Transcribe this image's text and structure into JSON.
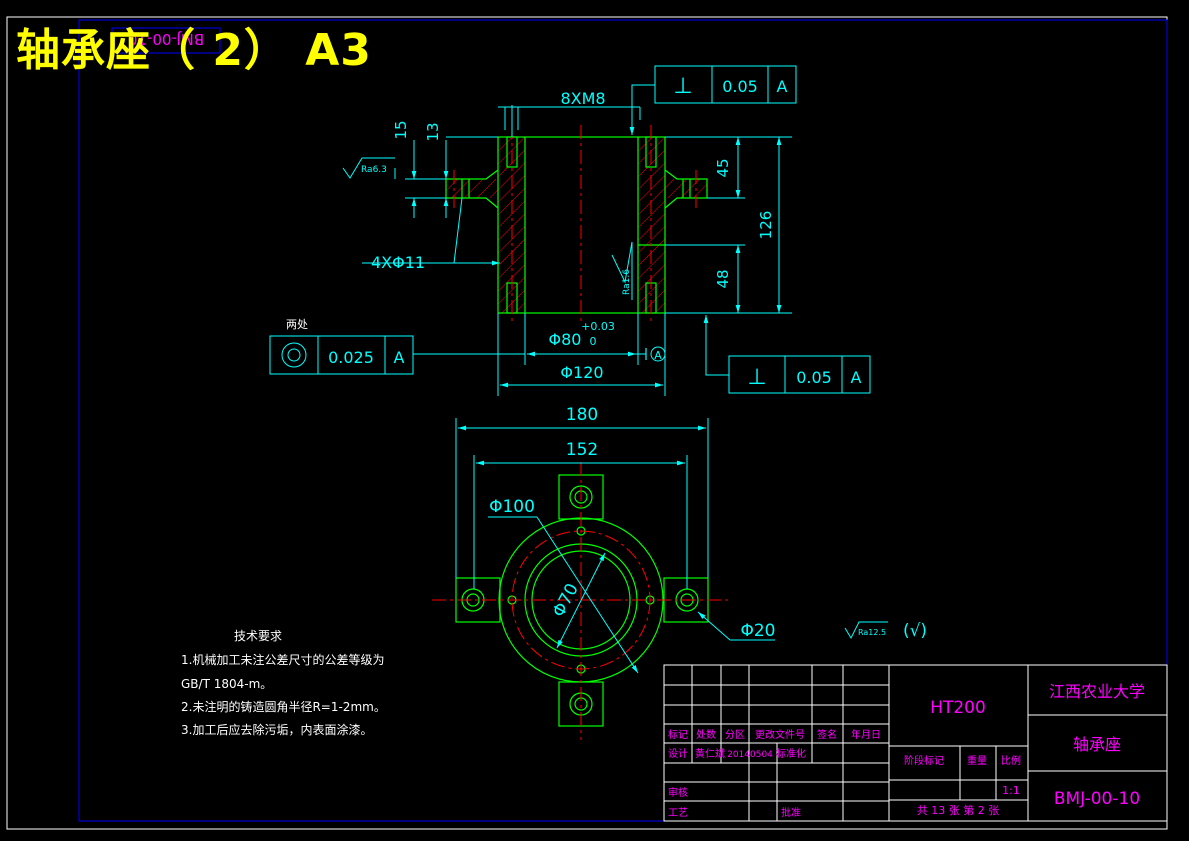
{
  "sheet_title": "轴承座（ 2） A3",
  "mirrored_tag": "BMJ-00-10",
  "colors": {
    "background": "#000000",
    "outline": "#00ff00",
    "dimension": "#00ffff",
    "centerline": "#ff0000",
    "hatch": "#ff0000",
    "title_yellow": "#ffff00",
    "block_text": "#ff00ff",
    "frame": "#0000ff",
    "notes": "#ffffff"
  },
  "front_view": {
    "thread_callout": "8XM8",
    "hole_callout": "4XΦ11",
    "dims": {
      "d15": "15",
      "d13": "13",
      "d45": "45",
      "d48": "48",
      "d126": "126",
      "bore": "Φ80",
      "bore_tol_upper": "+0.03",
      "bore_tol_lower": "0",
      "outer": "Φ120"
    },
    "roughness_top": "Ra6.3",
    "roughness_bore": "Ra1.6",
    "datum_marker": "A",
    "tol_top": {
      "symbol": "⊥",
      "value": "0.05",
      "datum": "A"
    },
    "tol_bottom": {
      "symbol": "⊥",
      "value": "0.05",
      "datum": "A"
    },
    "tol_concentric": {
      "label": "两处",
      "value": "0.025",
      "datum": "A"
    }
  },
  "top_view": {
    "dims": {
      "d180": "180",
      "d152": "152",
      "d100": "Φ100",
      "d70": "Φ70",
      "d20": "Φ20"
    },
    "roughness_general": "Ra12.5",
    "roughness_rest": "(√)"
  },
  "notes": {
    "title": "技术要求",
    "lines": [
      "1.机械加工未注公差尺寸的公差等级为",
      "GB/T 1804-m。",
      "2.未注明的铸造圆角半径R=1-2mm。",
      "3.加工后应去除污垢，内表面涂漆。"
    ]
  },
  "title_block": {
    "material": "HT200",
    "school": "江西农业大学",
    "part_name": "轴承座",
    "drawing_no": "BMJ-00-10",
    "headers": [
      "标记",
      "处数",
      "分区",
      "更改文件号",
      "签名",
      "年月日"
    ],
    "row_design": [
      "设计",
      "黄仁斌",
      "20140504",
      "标准化"
    ],
    "stage_mark": "阶段标记",
    "weight": "重量",
    "scale": "比例",
    "scale_value": "1:1",
    "review": "审核",
    "process": "工艺",
    "approve": "批准",
    "sheet_info": "共 13 张  第 2 张"
  }
}
